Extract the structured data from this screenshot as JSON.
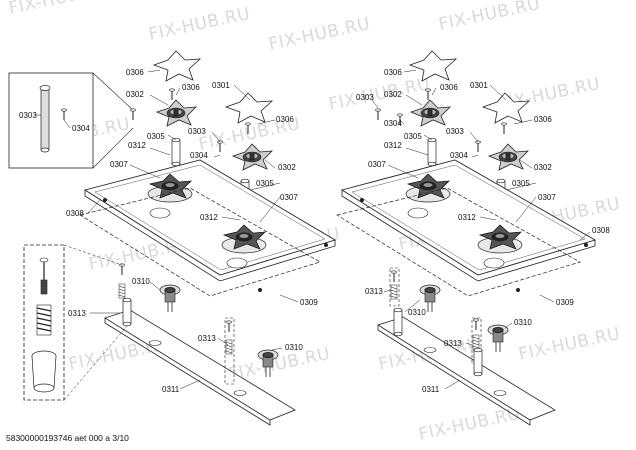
{
  "watermark": "FIX-HUB.RU",
  "footer": "58300000193746 aet 000 a 3/10",
  "left": {
    "l0306a": "0306",
    "l0306b": "0306",
    "l0306c": "0306",
    "l0301": "0301",
    "l0302a": "0302",
    "l0302b": "0302",
    "l0303a": "0303",
    "l0303b": "0303",
    "l0304a": "0304",
    "l0304b": "0304",
    "l0305a": "0305",
    "l0305b": "0305",
    "l0312a": "0312",
    "l0312b": "0312",
    "l0307a": "0307",
    "l0307b": "0307",
    "l0308": "0308",
    "l0309": "0309",
    "l0310a": "0310",
    "l0310b": "0310",
    "l0313a": "0313",
    "l0313b": "0313",
    "l0311": "0311"
  },
  "right": {
    "l0306a": "0306",
    "l0306b": "0306",
    "l0306c": "0306",
    "l0301": "0301",
    "l0302a": "0302",
    "l0302b": "0302",
    "l0303a": "0303",
    "l0303b": "0303",
    "l0304a": "0304",
    "l0304b": "0304",
    "l0305a": "0305",
    "l0305b": "0305",
    "l0312a": "0312",
    "l0312b": "0312",
    "l0307a": "0307",
    "l0307b": "0307",
    "l0308": "0308",
    "l0309": "0309",
    "l0310a": "0310",
    "l0310b": "0310",
    "l0313a": "0313",
    "l0313b": "0313",
    "l0311": "0311"
  }
}
